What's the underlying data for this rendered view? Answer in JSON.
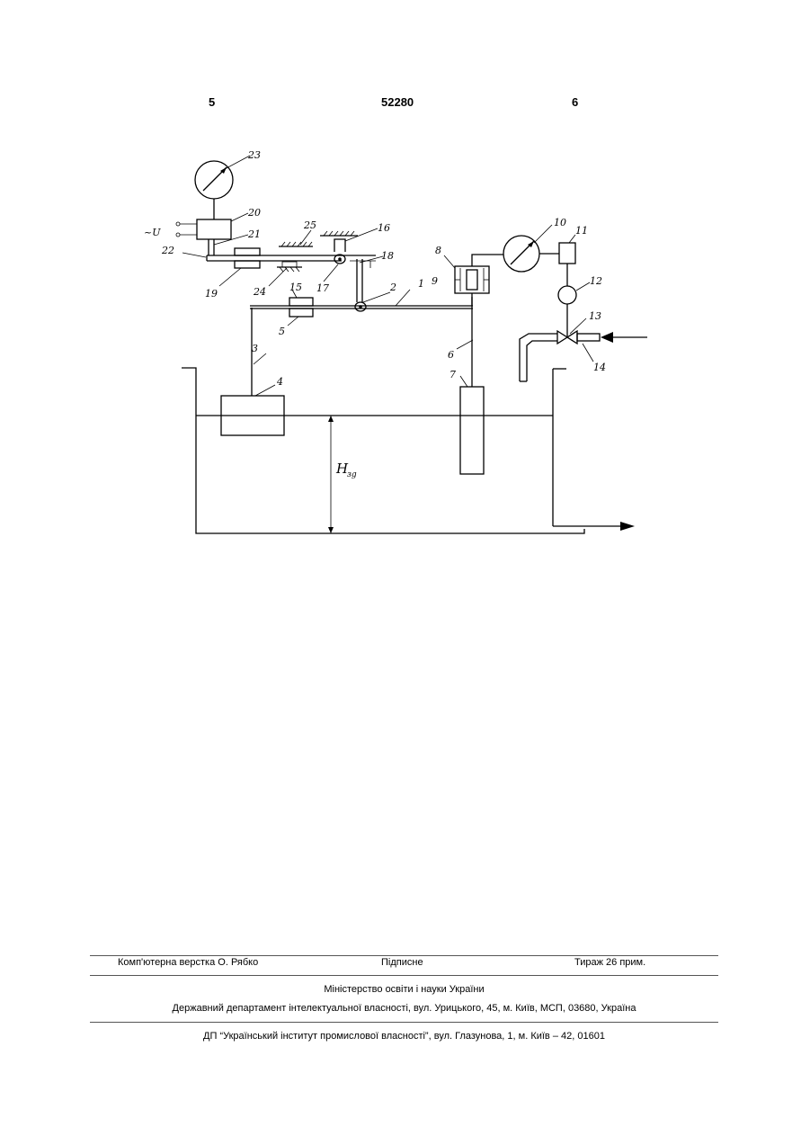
{
  "header": {
    "page_left": "5",
    "patent_number": "52280",
    "page_right": "6"
  },
  "figure": {
    "labels": [
      "23",
      "20",
      "21",
      "22",
      "~U",
      "25",
      "16",
      "18",
      "19",
      "24",
      "17",
      "15",
      "2",
      "1",
      "9",
      "8",
      "10",
      "11",
      "12",
      "13",
      "14",
      "5",
      "3",
      "6",
      "7",
      "4",
      "H"
    ],
    "h_subscript": "зg"
  },
  "footer": {
    "compositor": "Комп'ютерна верстка О. Рябко",
    "signed": "Підписне",
    "circulation": "Тираж 26 прим.",
    "ministry": "Міністерство освіти і науки України",
    "department": "Державний департамент інтелектуальної власності, вул. Урицького, 45, м. Київ, МСП, 03680, Україна",
    "institute": "ДП “Український інститут промислової власності”, вул. Глазунова, 1, м. Київ – 42, 01601"
  }
}
